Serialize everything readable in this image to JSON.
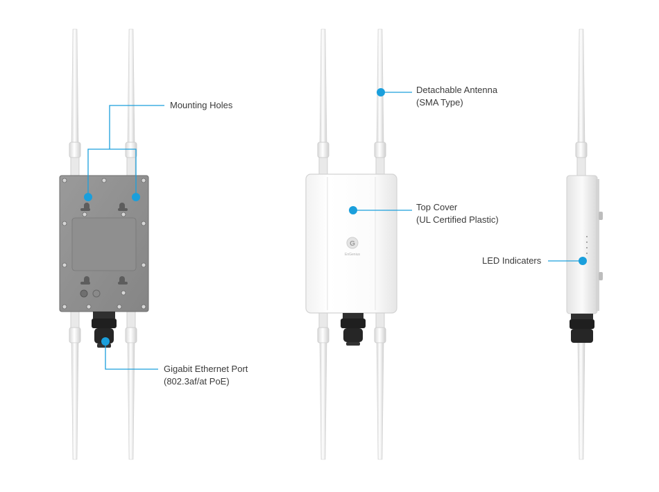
{
  "accent_color": "#1a9fdc",
  "brand_logo_letter": "G",
  "brand_logo_text": "EnGenius",
  "callouts": {
    "mounting_holes": {
      "line1": "Mounting Holes"
    },
    "ethernet_port": {
      "line1": "Gigabit Ethernet Port",
      "line2": "(802.3af/at PoE)"
    },
    "antenna": {
      "line1": "Detachable Antenna",
      "line2": "(SMA Type)"
    },
    "top_cover": {
      "line1": "Top Cover",
      "line2": "(UL Certified Plastic)"
    },
    "led": {
      "line1": "LED Indicaters"
    }
  }
}
